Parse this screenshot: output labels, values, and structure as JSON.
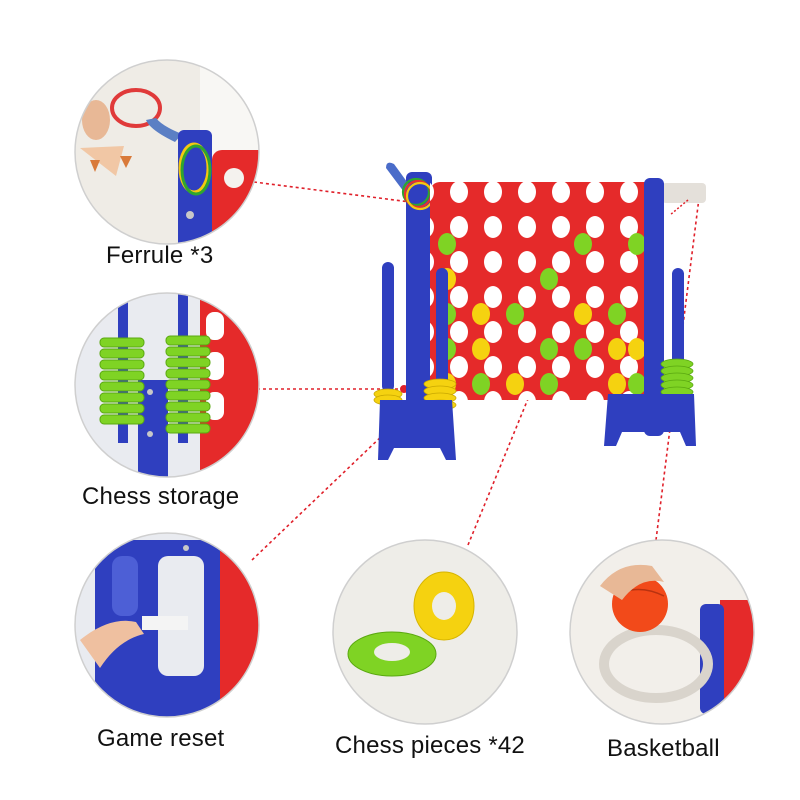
{
  "labels": {
    "ferrule": "Ferrule *3",
    "chess_storage": "Chess storage",
    "game_reset": "Game reset",
    "chess_pieces": "Chess pieces *42",
    "basketball": "Basketball"
  },
  "colors": {
    "frame_blue": "#2f3fbf",
    "board_red": "#e52a2a",
    "piece_green": "#7fd324",
    "piece_yellow": "#f5d210",
    "ball_orange": "#f24a1a",
    "callout_line": "#e0202a"
  }
}
